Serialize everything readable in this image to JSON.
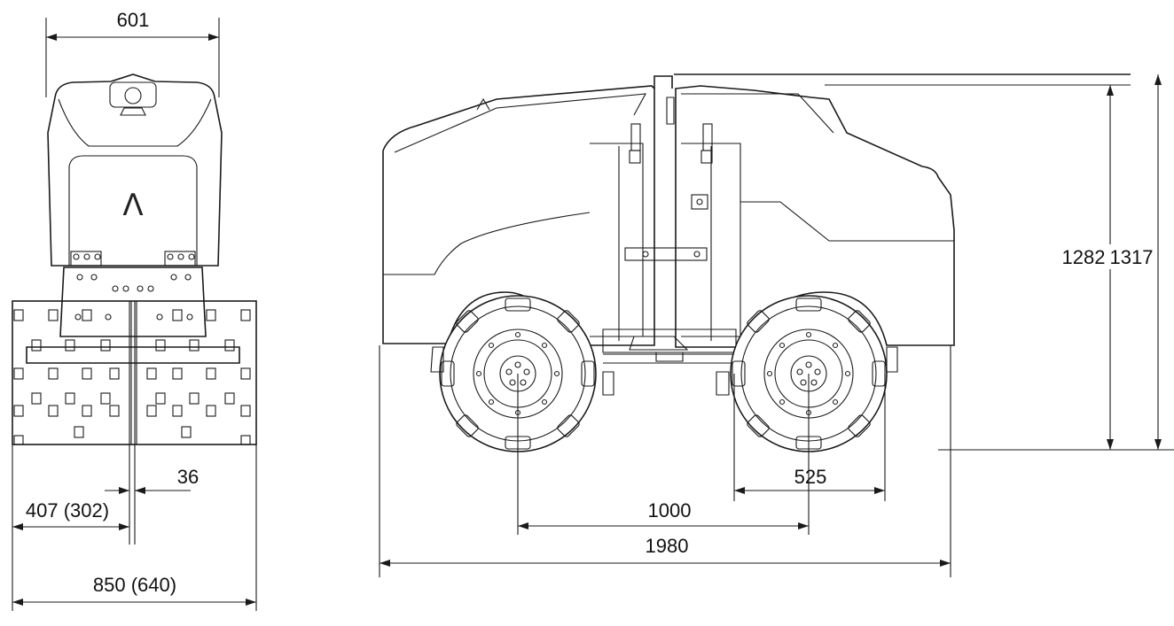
{
  "front_view": {
    "width_top": "601",
    "offset_small": "36",
    "half_width": "407 (302)",
    "total_width": "850 (640)",
    "logo": "Λ"
  },
  "side_view": {
    "height_1": "1282",
    "height_2": "1317",
    "drum_diameter": "525",
    "wheelbase": "1000",
    "length": "1980"
  },
  "colors": {
    "line": "#1a1a1a",
    "background": "#ffffff"
  }
}
